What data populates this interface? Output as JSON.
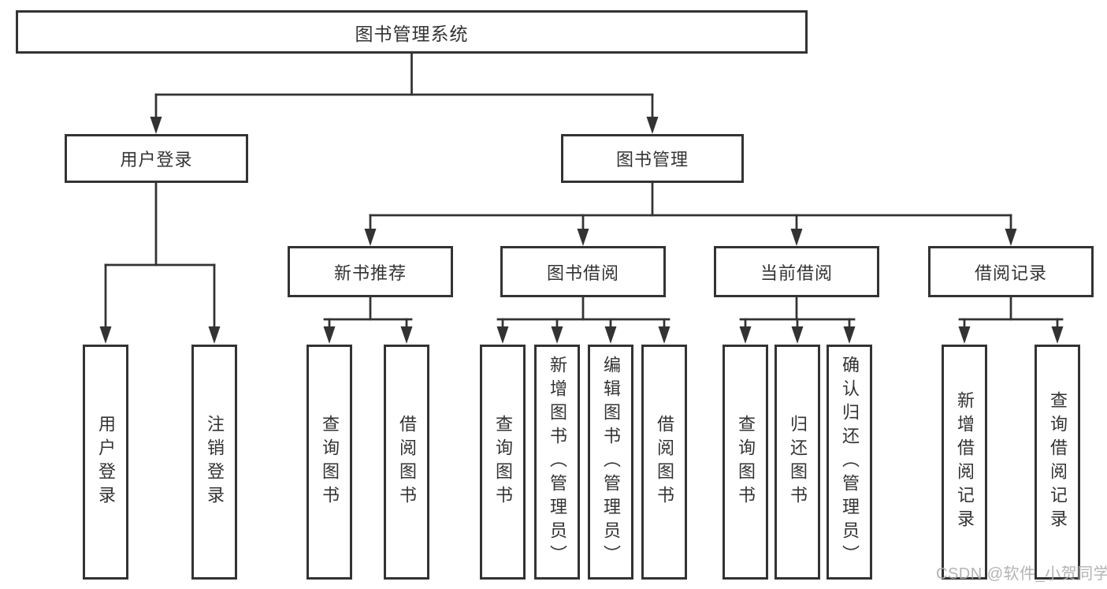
{
  "diagram": {
    "watermark": "CSDN @软件_小贺同学",
    "colors": {
      "line": "#333333",
      "text": "#333333",
      "background": "#ffffff",
      "watermark": "#acacac"
    },
    "tree": {
      "root": {
        "label": "图书管理系统"
      },
      "branches": [
        {
          "label": "用户登录",
          "children": [
            {
              "label": "用户登录"
            },
            {
              "label": "注销登录"
            }
          ]
        },
        {
          "label": "图书管理",
          "children": [
            {
              "label": "新书推荐",
              "children": [
                {
                  "label": "查询图书"
                },
                {
                  "label": "借阅图书"
                }
              ]
            },
            {
              "label": "图书借阅",
              "children": [
                {
                  "label": "查询图书"
                },
                {
                  "label": "新增图书（管理员）"
                },
                {
                  "label": "编辑图书（管理员）"
                },
                {
                  "label": "借阅图书"
                }
              ]
            },
            {
              "label": "当前借阅",
              "children": [
                {
                  "label": "查询图书"
                },
                {
                  "label": "归还图书"
                },
                {
                  "label": "确认归还（管理员）"
                }
              ]
            },
            {
              "label": "借阅记录",
              "children": [
                {
                  "label": "新增借阅记录"
                },
                {
                  "label": "查询借阅记录"
                }
              ]
            }
          ]
        }
      ]
    }
  }
}
